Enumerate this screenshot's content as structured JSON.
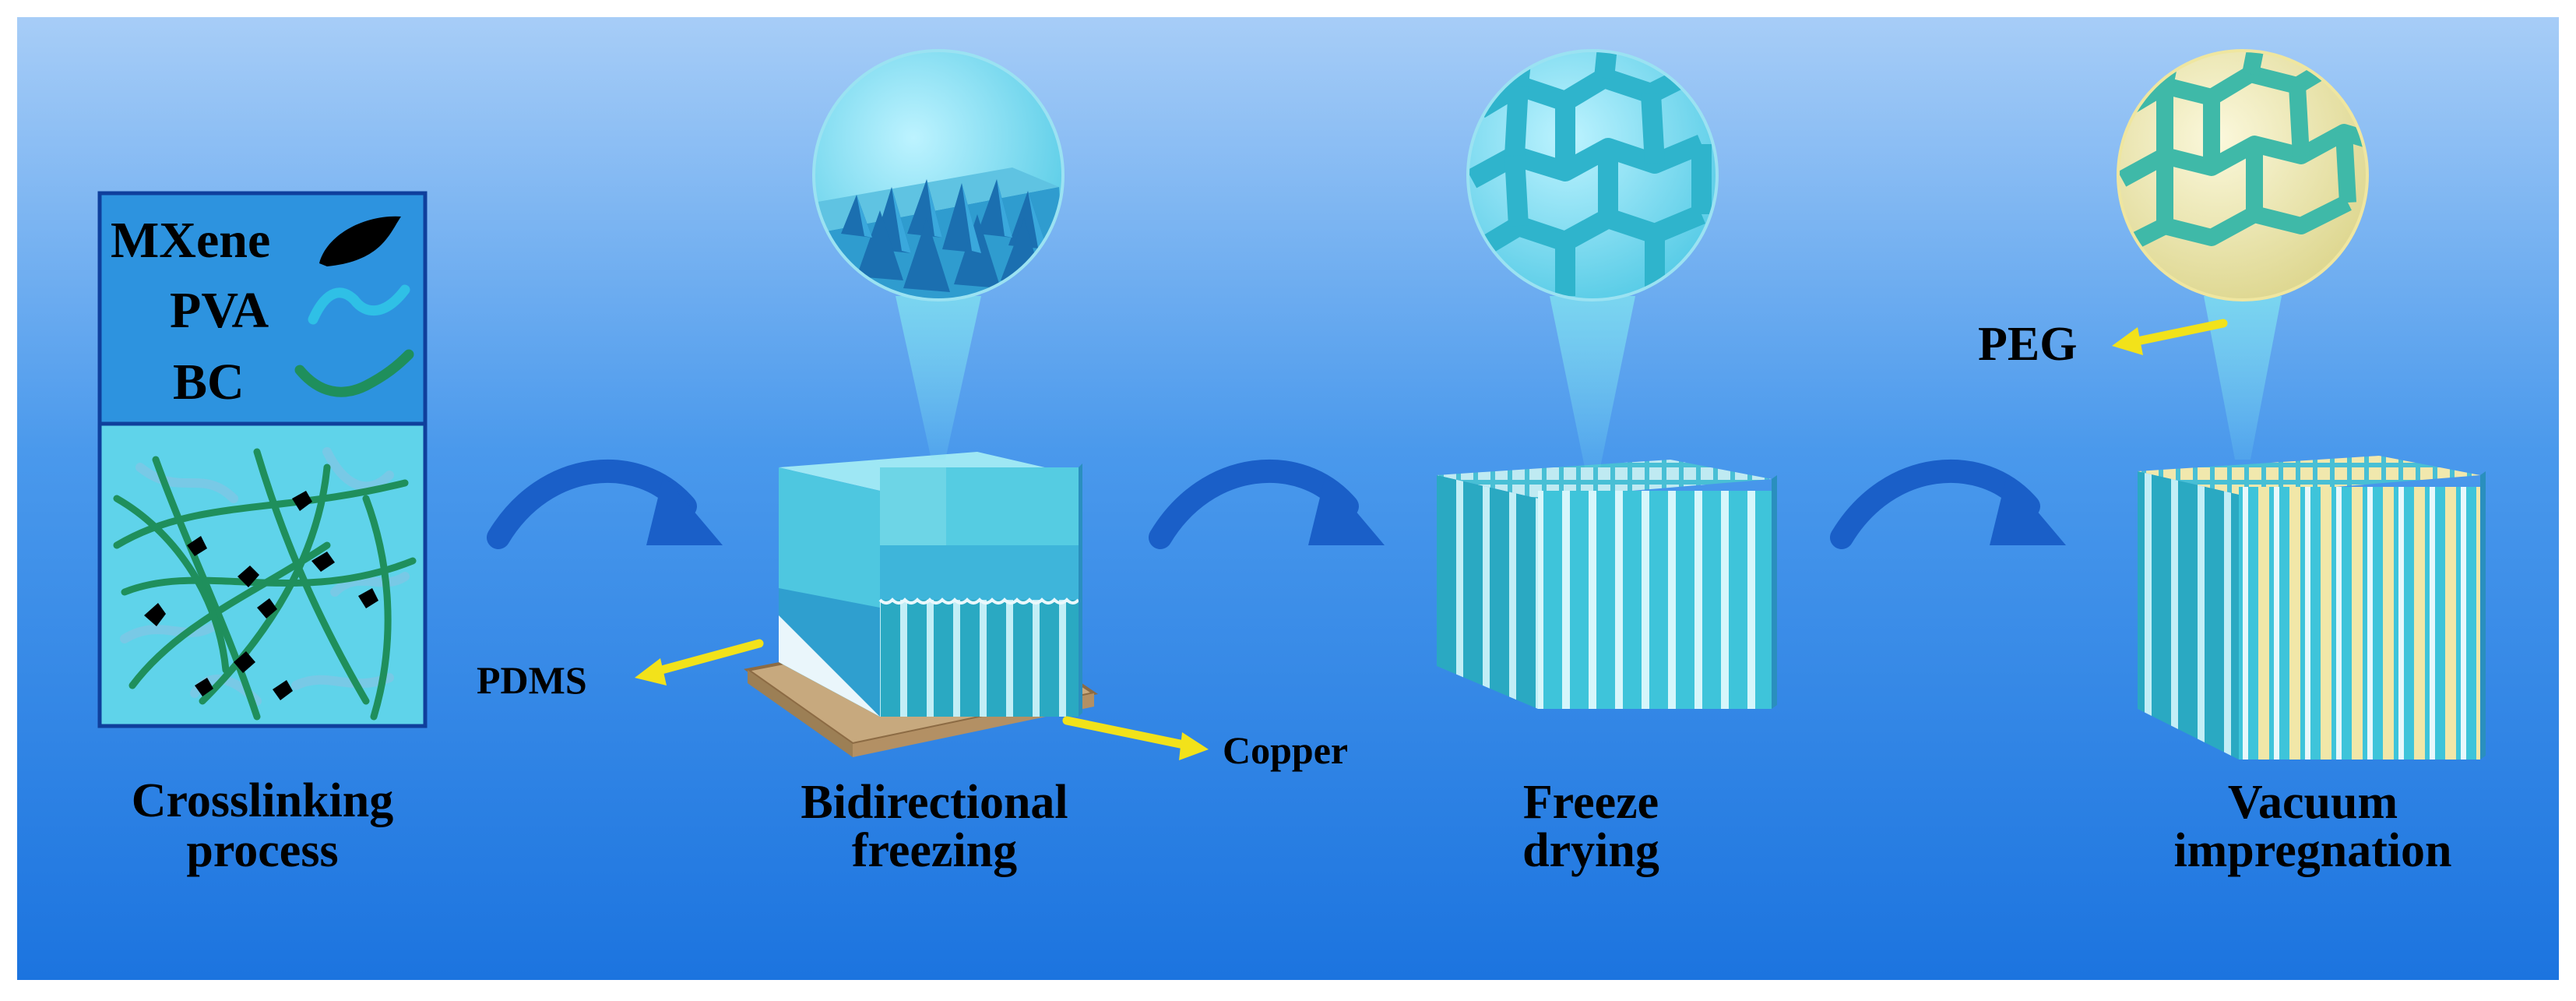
{
  "legend": {
    "items": [
      {
        "label": "MXene",
        "icon": "mxene-flake-icon",
        "color": "#000000"
      },
      {
        "label": "PVA",
        "icon": "pva-strand-icon",
        "color": "#2fc0e6"
      },
      {
        "label": "BC",
        "icon": "bc-strand-icon",
        "color": "#1f8f5c"
      }
    ]
  },
  "steps": [
    {
      "line1": "Crosslinking",
      "line2": "process"
    },
    {
      "line1": "Bidirectional",
      "line2": "freezing"
    },
    {
      "line1": "Freeze",
      "line2": "drying"
    },
    {
      "line1": "Vacuum",
      "line2": "impregnation"
    }
  ],
  "callouts": {
    "pdms": "PDMS",
    "copper": "Copper",
    "peg": "PEG"
  },
  "colors": {
    "background_top": "#9fc8f6",
    "background_bottom": "#1f78e0",
    "cyan": "#3fc6dc",
    "arrow_blue": "#1a5fc8",
    "callout_yellow": "#f2e21a",
    "peg_yellow": "#f3eaa6"
  }
}
